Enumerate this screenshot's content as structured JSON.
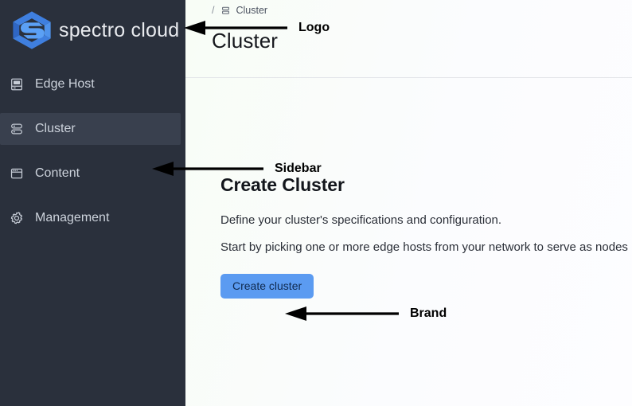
{
  "sidebar": {
    "logo": {
      "icon": "spectro-cloud-logo-mark",
      "text": "spectro cloud",
      "mark_color": "#3a76d8",
      "mark_color_light": "#4e8ae8"
    },
    "items": [
      {
        "label": "Edge Host",
        "icon": "server-rack-icon",
        "active": false
      },
      {
        "label": "Cluster",
        "icon": "cluster-stack-icon",
        "active": true
      },
      {
        "label": "Content",
        "icon": "browser-window-icon",
        "active": false
      },
      {
        "label": "Management",
        "icon": "gear-icon",
        "active": false
      }
    ],
    "background": "#2a303c",
    "active_background": "#39404e"
  },
  "header": {
    "breadcrumb": {
      "separator": "/",
      "icon": "cluster-stack-icon",
      "label": "Cluster"
    },
    "title": "Cluster"
  },
  "main": {
    "heading": "Create Cluster",
    "paragraphs": [
      "Define your cluster's specifications and configuration.",
      "Start by picking one or more edge hosts from your network to serve as nodes"
    ],
    "create_button": {
      "label": "Create cluster",
      "background": "#5b9bf1",
      "text_color": "#102a4e"
    }
  },
  "annotations": [
    {
      "label": "Logo"
    },
    {
      "label": "Sidebar"
    },
    {
      "label": "Brand"
    }
  ]
}
